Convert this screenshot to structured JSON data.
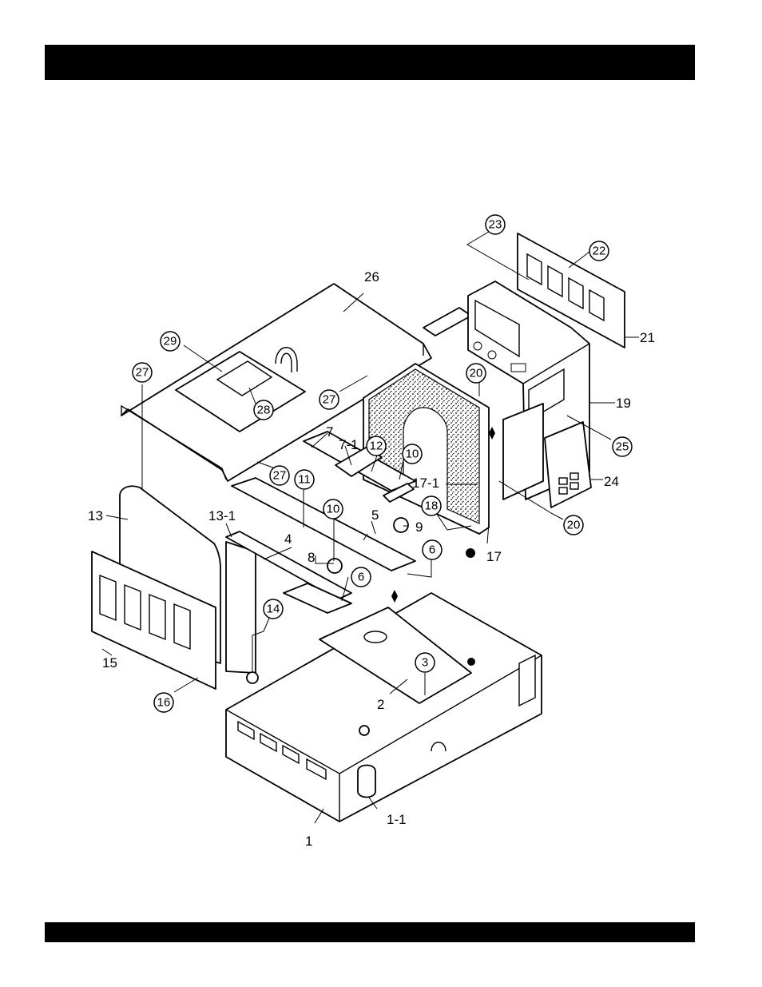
{
  "callouts": {
    "c1": "1",
    "c1_1": "1-1",
    "c2": "2",
    "c3": "3",
    "c4": "4",
    "c5": "5",
    "c6a": "6",
    "c6b": "6",
    "c7": "7",
    "c7_1": "7-1",
    "c8": "8",
    "c9": "9",
    "c10a": "10",
    "c10b": "10",
    "c11": "11",
    "c12": "12",
    "c13": "13",
    "c13_1": "13-1",
    "c14": "14",
    "c15": "15",
    "c16": "16",
    "c17": "17",
    "c17_1": "17-1",
    "c18": "18",
    "c19": "19",
    "c20a": "20",
    "c20b": "20",
    "c21": "21",
    "c22": "22",
    "c23": "23",
    "c24": "24",
    "c25": "25",
    "c26": "26",
    "c27a": "27",
    "c27b": "27",
    "c27c": "27",
    "c28": "28",
    "c29": "29"
  }
}
